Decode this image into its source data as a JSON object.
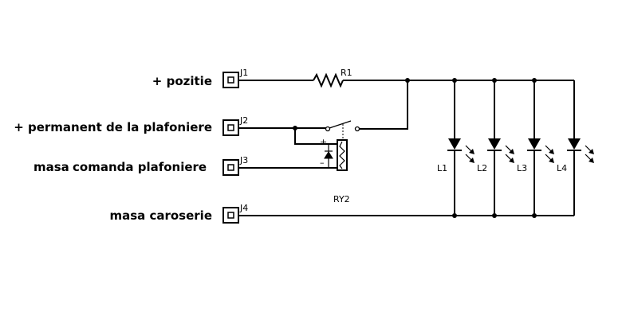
{
  "connectors": [
    {
      "ref": "J1",
      "label": "+ pozitie"
    },
    {
      "ref": "J2",
      "label": "+ permanent de la plafoniere"
    },
    {
      "ref": "J3",
      "label_a": "masa",
      "label_b": "comanda plafoniere"
    },
    {
      "ref": "J4",
      "label": "masa caroserie"
    }
  ],
  "resistor": {
    "ref": "R1"
  },
  "relay": {
    "ref": "RY2",
    "plus": "+",
    "minus": "–"
  },
  "leds": [
    {
      "ref": "L1"
    },
    {
      "ref": "L2"
    },
    {
      "ref": "L3"
    },
    {
      "ref": "L4"
    }
  ]
}
